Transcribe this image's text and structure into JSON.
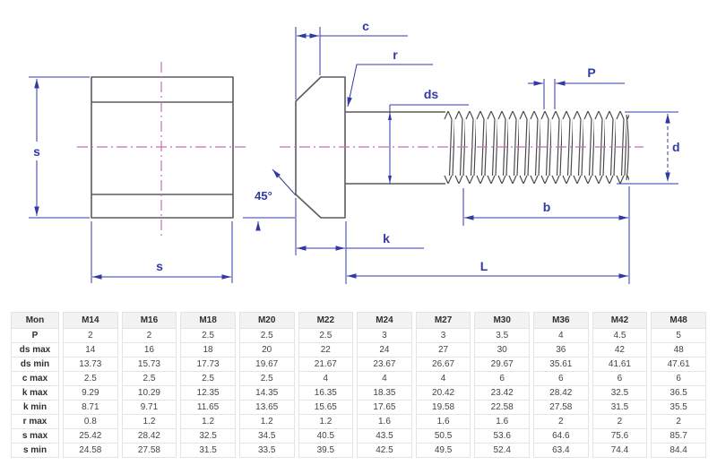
{
  "drawing": {
    "title": "T-head square bolt technical drawing",
    "labels": {
      "s_left": "s",
      "s_bottom": "s",
      "c": "c",
      "r": "r",
      "ds": "ds",
      "p": "P",
      "d": "d",
      "b": "b",
      "k": "k",
      "l": "L",
      "angle": "45°"
    },
    "colors": {
      "dimension": "#313aa5",
      "centerline": "#c86eb4",
      "outline": "#5c5c5c"
    }
  },
  "table": {
    "header": [
      "Mon",
      "M14",
      "M16",
      "M18",
      "M20",
      "M22",
      "M24",
      "M27",
      "M30",
      "M36",
      "M42",
      "M48"
    ],
    "rows": [
      {
        "label": "P",
        "values": [
          "2",
          "2",
          "2.5",
          "2.5",
          "2.5",
          "3",
          "3",
          "3.5",
          "4",
          "4.5",
          "5"
        ]
      },
      {
        "label": "ds max",
        "values": [
          "14",
          "16",
          "18",
          "20",
          "22",
          "24",
          "27",
          "30",
          "36",
          "42",
          "48"
        ]
      },
      {
        "label": "ds min",
        "values": [
          "13.73",
          "15.73",
          "17.73",
          "19.67",
          "21.67",
          "23.67",
          "26.67",
          "29.67",
          "35.61",
          "41.61",
          "47.61"
        ]
      },
      {
        "label": "c max",
        "values": [
          "2.5",
          "2.5",
          "2.5",
          "2.5",
          "4",
          "4",
          "4",
          "6",
          "6",
          "6",
          "6"
        ]
      },
      {
        "label": "k max",
        "values": [
          "9.29",
          "10.29",
          "12.35",
          "14.35",
          "16.35",
          "18.35",
          "20.42",
          "23.42",
          "28.42",
          "32.5",
          "36.5"
        ]
      },
      {
        "label": "k min",
        "values": [
          "8.71",
          "9.71",
          "11.65",
          "13.65",
          "15.65",
          "17.65",
          "19.58",
          "22.58",
          "27.58",
          "31.5",
          "35.5"
        ]
      },
      {
        "label": "r max",
        "values": [
          "0.8",
          "1.2",
          "1.2",
          "1.2",
          "1.2",
          "1.6",
          "1.6",
          "1.6",
          "2",
          "2",
          "2"
        ]
      },
      {
        "label": "s max",
        "values": [
          "25.42",
          "28.42",
          "32.5",
          "34.5",
          "40.5",
          "43.5",
          "50.5",
          "53.6",
          "64.6",
          "75.6",
          "85.7"
        ]
      },
      {
        "label": "s min",
        "values": [
          "24.58",
          "27.58",
          "31.5",
          "33.5",
          "39.5",
          "42.5",
          "49.5",
          "52.4",
          "63.4",
          "74.4",
          "84.4"
        ]
      }
    ]
  }
}
